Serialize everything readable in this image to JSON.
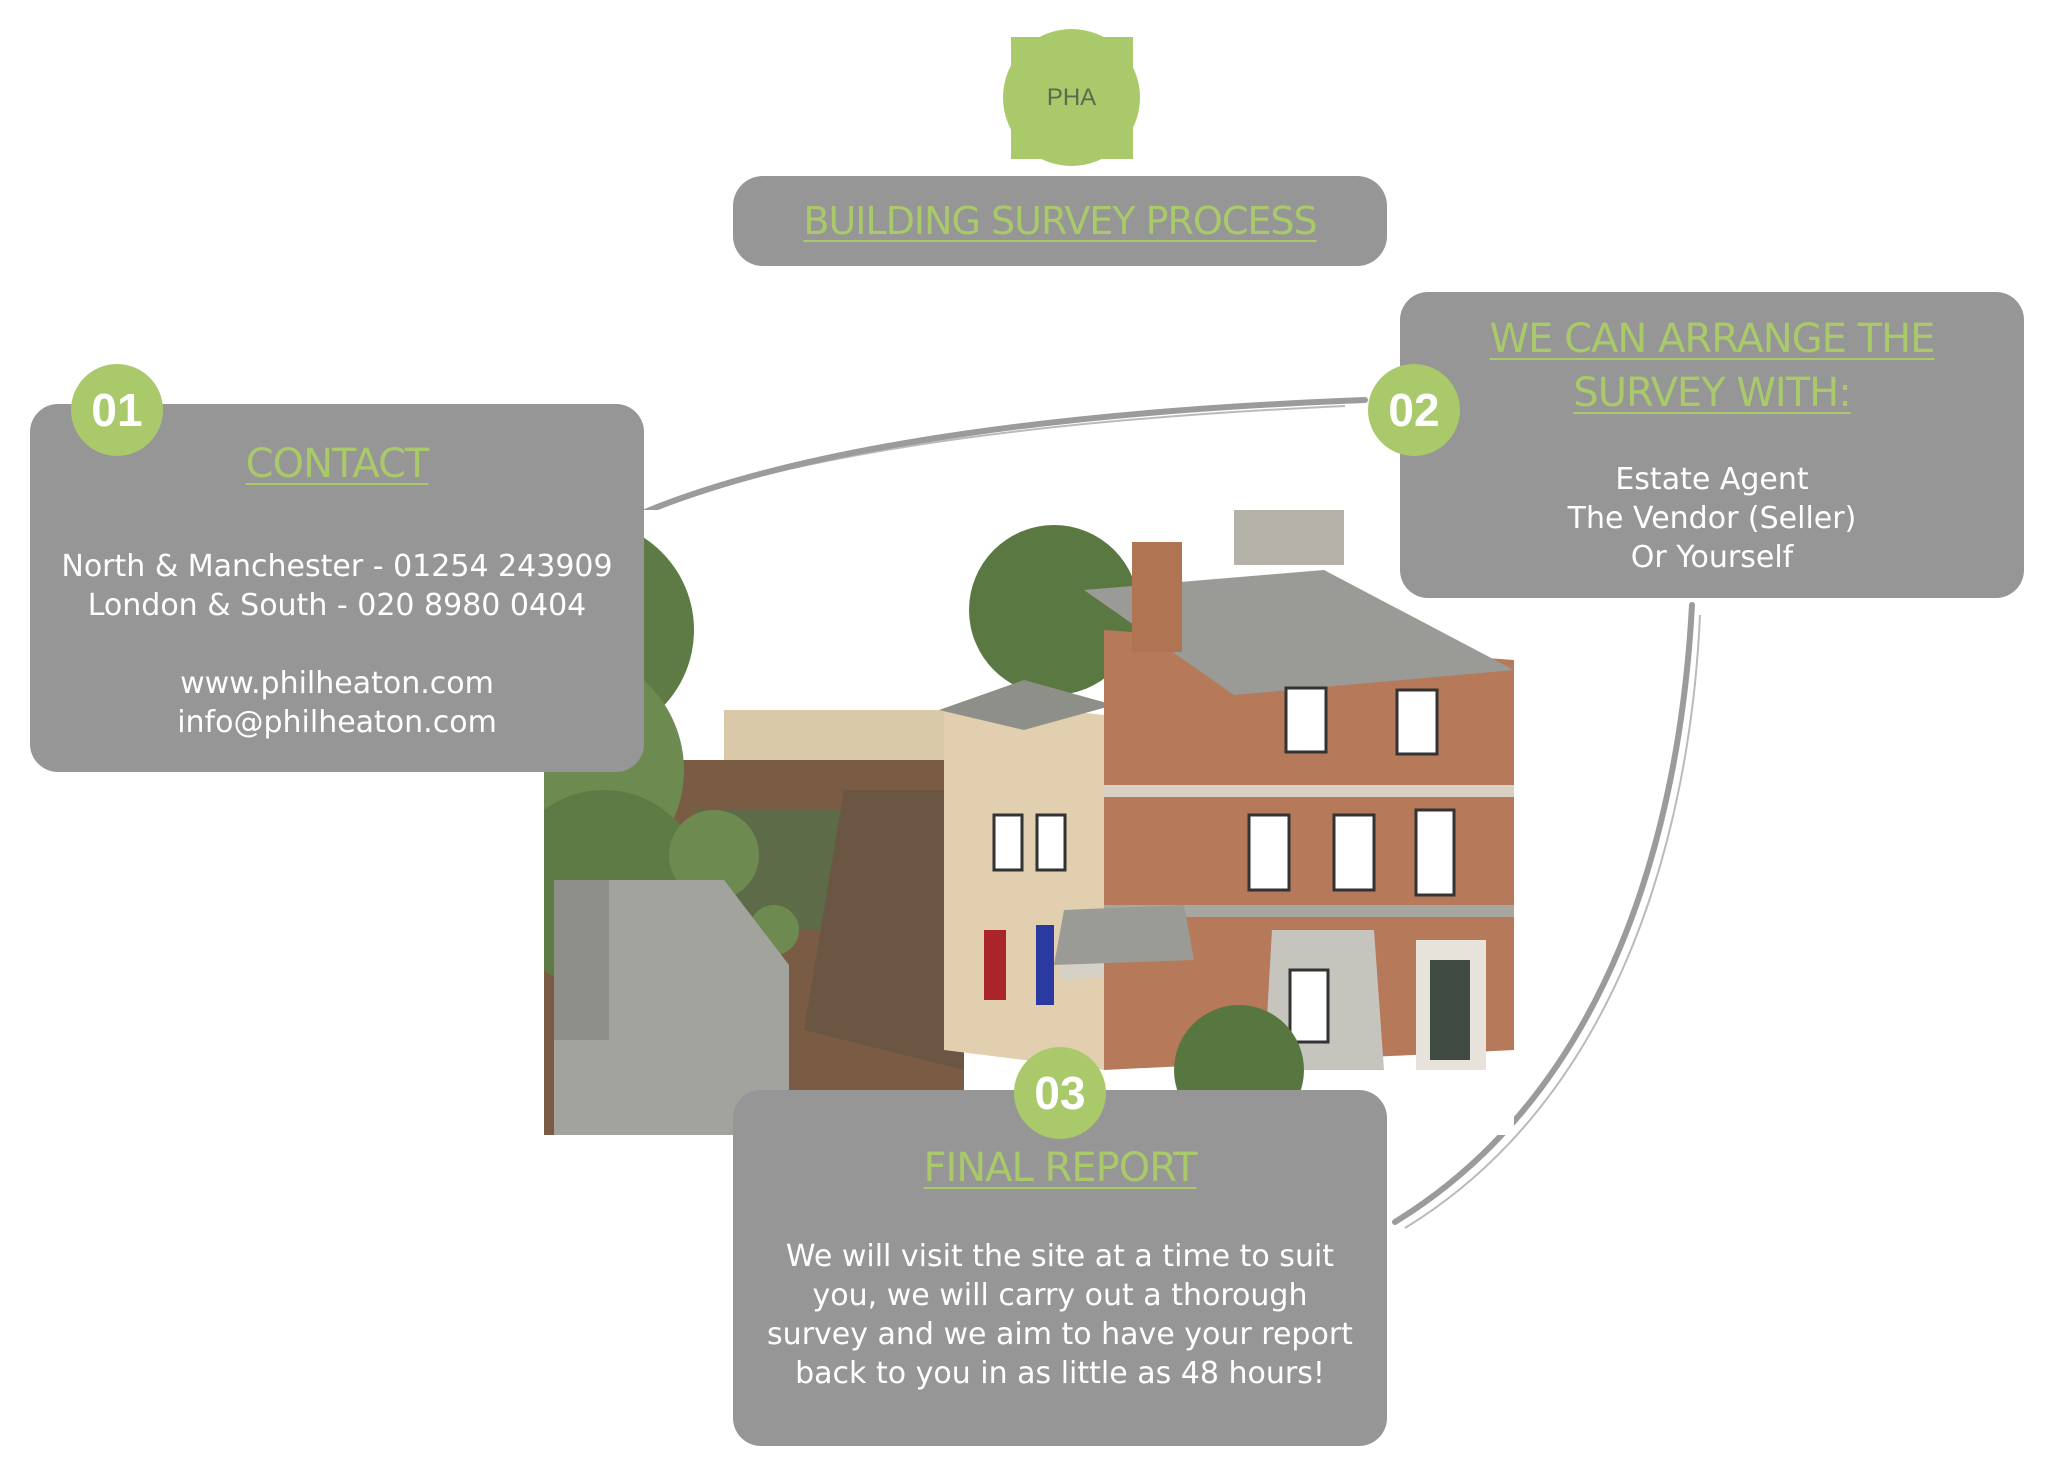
{
  "logo": {
    "text": "PHA"
  },
  "title": {
    "text": "BUILDING SURVEY PROCESS"
  },
  "step1": {
    "badge": "01",
    "heading": "CONTACT",
    "phone_north": "North & Manchester - 01254 243909",
    "phone_south": "London & South - 020 8980 0404",
    "website": "www.philheaton.com",
    "email": "info@philheaton.com"
  },
  "step2": {
    "badge": "02",
    "heading_line1": "WE CAN ARRANGE THE",
    "heading_line2": "SURVEY WITH:",
    "options": [
      "Estate Agent",
      "The Vendor (Seller)",
      "Or Yourself"
    ]
  },
  "step3": {
    "badge": "03",
    "heading": "FINAL REPORT",
    "body_lines": [
      "We will visit the site at a time to suit",
      "you, we will carry out a thorough",
      "survey and we aim to have your report",
      "back to you in as little as 48 hours!"
    ]
  },
  "colors": {
    "accent": "#a9c96a",
    "panel": "#959695",
    "text": "#ffffff"
  },
  "image": {
    "subject": "house-rendering-icon"
  }
}
